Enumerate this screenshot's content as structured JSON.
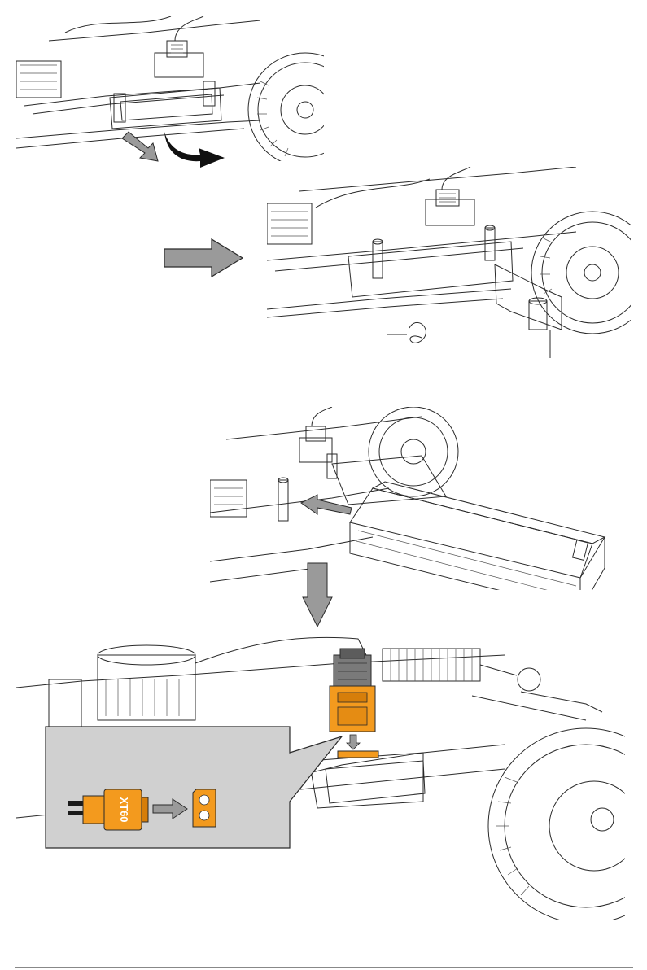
{
  "connector": {
    "label": "XT60",
    "plug_color": "#f39a1e",
    "plug_dark": "#d67e0a",
    "wire_color": "#1a1a1a"
  },
  "colors": {
    "arrow_fill": "#9a9a9a",
    "callout_bg": "#d0d0d0",
    "line": "#2a2a2a"
  },
  "icons": {
    "step_arrow": "gray-block-arrow",
    "rotate_arrow": "black-curved-arrow",
    "insert_arrow": "gray-arrow",
    "down_arrow": "gray-down-arrow",
    "socket": "xt60-socket-icon"
  }
}
